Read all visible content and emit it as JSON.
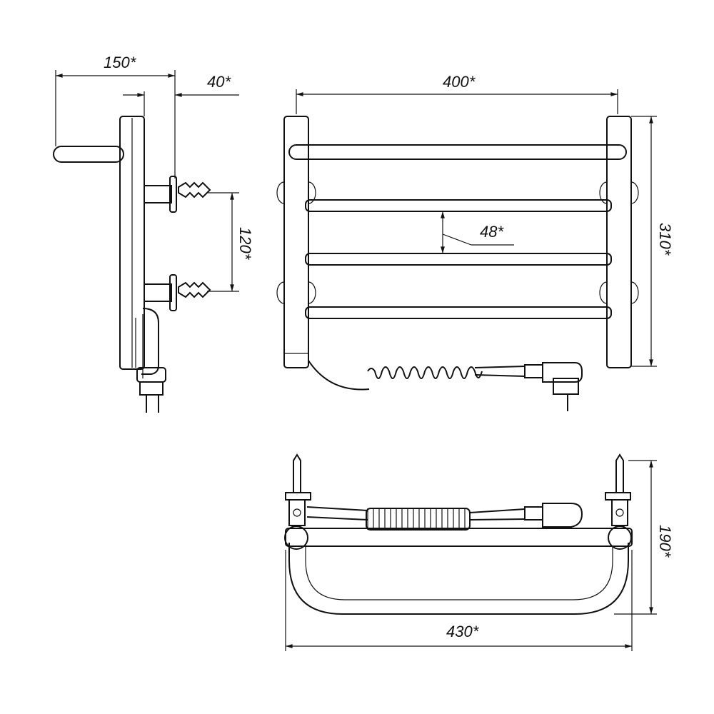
{
  "dimensions": {
    "side_width": "150*",
    "side_depth": "40*",
    "mount_spacing": "120*",
    "front_width": "400*",
    "front_height": "310*",
    "bar_spacing": "48*",
    "top_depth": "190*",
    "top_width": "430*"
  }
}
